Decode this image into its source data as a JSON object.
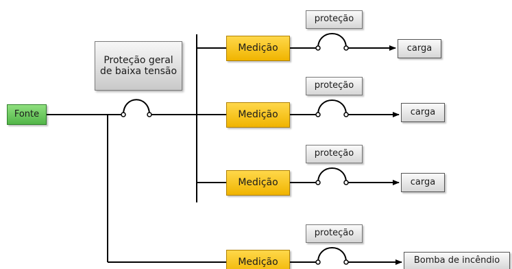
{
  "source": {
    "label": "Fonte",
    "color": "#5cc04f"
  },
  "main_protection": {
    "label": "Proteção geral de baixa tensão"
  },
  "branches": [
    {
      "meter_label": "Medição",
      "protection_label": "proteção",
      "load_label": "carga"
    },
    {
      "meter_label": "Medição",
      "protection_label": "proteção",
      "load_label": "carga"
    },
    {
      "meter_label": "Medição",
      "protection_label": "proteção",
      "load_label": "carga"
    },
    {
      "meter_label": "Medição",
      "protection_label": "proteção",
      "load_label": "Bomba de incêndio"
    }
  ],
  "colors": {
    "meter": "#f5c018",
    "box_gray": "#d9d9d9",
    "line": "#000000"
  }
}
